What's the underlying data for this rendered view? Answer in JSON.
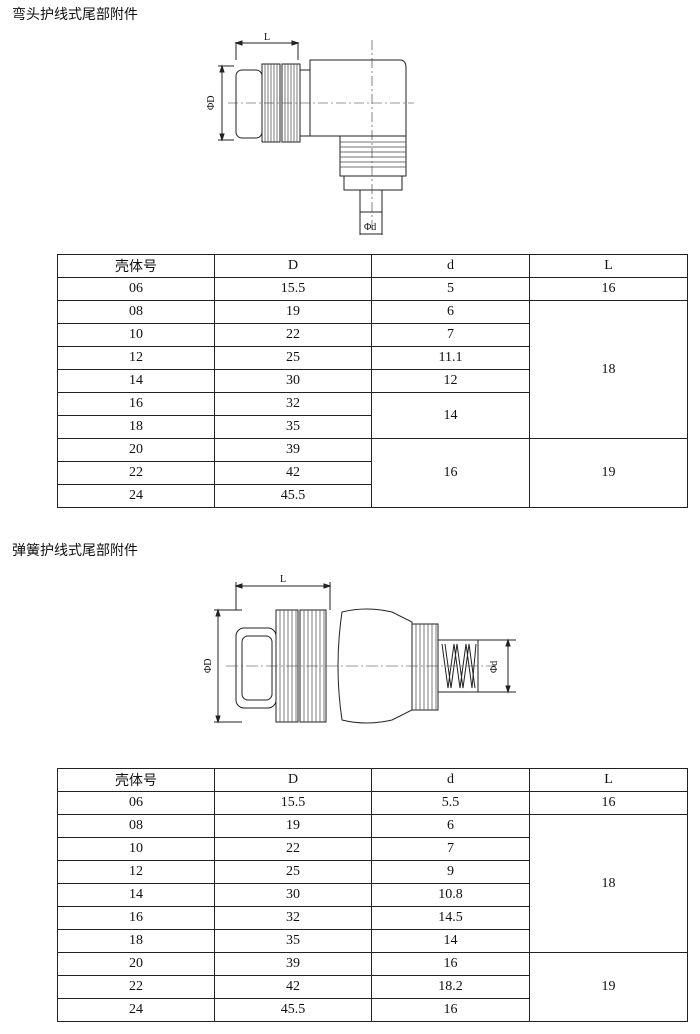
{
  "section1": {
    "title": "弯头护线式尾部附件",
    "drawing": {
      "dim_L": "L",
      "dim_D": "ΦD",
      "dim_d": "Φd"
    },
    "headers": [
      "壳体号",
      "D",
      "d",
      "L"
    ],
    "rows": [
      [
        "06",
        "15.5",
        "5",
        "16"
      ],
      [
        "08",
        "19",
        "6",
        "18"
      ],
      [
        "10",
        "22",
        "7",
        ""
      ],
      [
        "12",
        "25",
        "11.1",
        ""
      ],
      [
        "14",
        "30",
        "12",
        ""
      ],
      [
        "16",
        "32",
        "14",
        ""
      ],
      [
        "18",
        "35",
        "",
        ""
      ],
      [
        "20",
        "39",
        "16",
        "19"
      ],
      [
        "22",
        "42",
        "",
        ""
      ],
      [
        "24",
        "45.5",
        "",
        ""
      ]
    ]
  },
  "section2": {
    "title": "弹簧护线式尾部附件",
    "drawing": {
      "dim_L": "L",
      "dim_D": "ΦD",
      "dim_d": "Φd"
    },
    "headers": [
      "壳体号",
      "D",
      "d",
      "L"
    ],
    "rows": [
      [
        "06",
        "15.5",
        "5.5",
        "16"
      ],
      [
        "08",
        "19",
        "6",
        "18"
      ],
      [
        "10",
        "22",
        "7",
        ""
      ],
      [
        "12",
        "25",
        "9",
        ""
      ],
      [
        "14",
        "30",
        "10.8",
        ""
      ],
      [
        "16",
        "32",
        "14.5",
        ""
      ],
      [
        "18",
        "35",
        "14",
        ""
      ],
      [
        "20",
        "39",
        "16",
        "19"
      ],
      [
        "22",
        "42",
        "18.2",
        ""
      ],
      [
        "24",
        "45.5",
        "16",
        ""
      ]
    ]
  }
}
